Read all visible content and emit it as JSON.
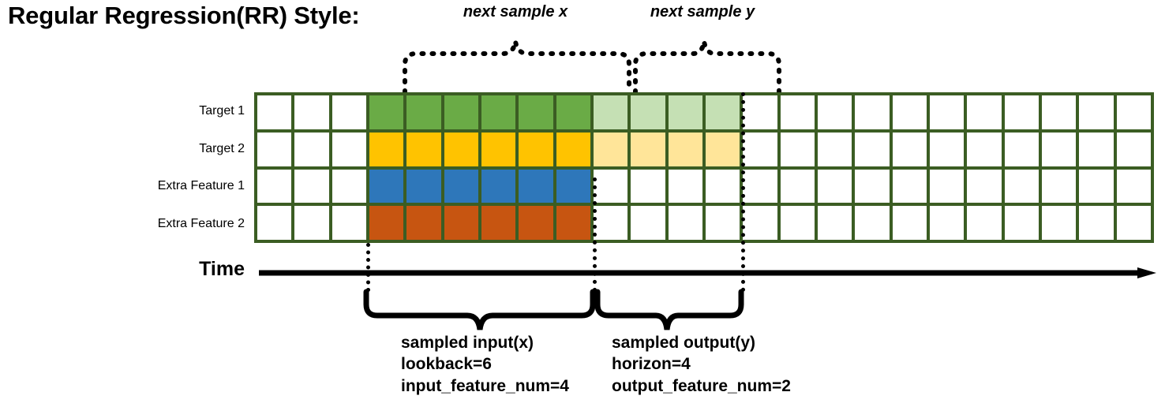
{
  "title": "Regular Regression(RR) Style:",
  "annotations": {
    "next_sample_x": "next sample x",
    "next_sample_y": "next sample y"
  },
  "rows": [
    {
      "label": "Target 1",
      "name": "target-1"
    },
    {
      "label": "Target 2",
      "name": "target-2"
    },
    {
      "label": "Extra Feature 1",
      "name": "extra-feature-1"
    },
    {
      "label": "Extra Feature 2",
      "name": "extra-feature-2"
    }
  ],
  "axis": {
    "label": "Time"
  },
  "grid": {
    "columns": 24,
    "rows": 4,
    "border_color": "#3b5d23",
    "empty_color": "#ffffff",
    "input_start_col": 4,
    "input_len": 6,
    "output_start_col": 10,
    "output_len": 4,
    "cell_colors": {
      "target_1_input": "#6aab46",
      "target_1_output": "#c5e0b4",
      "target_2_input": "#ffc300",
      "target_2_output": "#ffe599",
      "extra_feature_1_input": "#2e77ba",
      "extra_feature_2_input": "#c75511",
      "empty": "#ffffff"
    },
    "row_fills": [
      [
        "#ffffff",
        "#ffffff",
        "#ffffff",
        "#6aab46",
        "#6aab46",
        "#6aab46",
        "#6aab46",
        "#6aab46",
        "#6aab46",
        "#c5e0b4",
        "#c5e0b4",
        "#c5e0b4",
        "#c5e0b4",
        "#ffffff",
        "#ffffff",
        "#ffffff",
        "#ffffff",
        "#ffffff",
        "#ffffff",
        "#ffffff",
        "#ffffff",
        "#ffffff",
        "#ffffff",
        "#ffffff"
      ],
      [
        "#ffffff",
        "#ffffff",
        "#ffffff",
        "#ffc300",
        "#ffc300",
        "#ffc300",
        "#ffc300",
        "#ffc300",
        "#ffc300",
        "#ffe599",
        "#ffe599",
        "#ffe599",
        "#ffe599",
        "#ffffff",
        "#ffffff",
        "#ffffff",
        "#ffffff",
        "#ffffff",
        "#ffffff",
        "#ffffff",
        "#ffffff",
        "#ffffff",
        "#ffffff",
        "#ffffff"
      ],
      [
        "#ffffff",
        "#ffffff",
        "#ffffff",
        "#2e77ba",
        "#2e77ba",
        "#2e77ba",
        "#2e77ba",
        "#2e77ba",
        "#2e77ba",
        "#ffffff",
        "#ffffff",
        "#ffffff",
        "#ffffff",
        "#ffffff",
        "#ffffff",
        "#ffffff",
        "#ffffff",
        "#ffffff",
        "#ffffff",
        "#ffffff",
        "#ffffff",
        "#ffffff",
        "#ffffff",
        "#ffffff"
      ],
      [
        "#ffffff",
        "#ffffff",
        "#ffffff",
        "#c75511",
        "#c75511",
        "#c75511",
        "#c75511",
        "#c75511",
        "#c75511",
        "#ffffff",
        "#ffffff",
        "#ffffff",
        "#ffffff",
        "#ffffff",
        "#ffffff",
        "#ffffff",
        "#ffffff",
        "#ffffff",
        "#ffffff",
        "#ffffff",
        "#ffffff",
        "#ffffff",
        "#ffffff",
        "#ffffff"
      ]
    ]
  },
  "captions": {
    "input": {
      "line1": "sampled input(x)",
      "line2": "lookback=6",
      "line3": "input_feature_num=4"
    },
    "output": {
      "line1": "sampled output(y)",
      "line2": "horizon=4",
      "line3": "output_feature_num=2"
    }
  }
}
